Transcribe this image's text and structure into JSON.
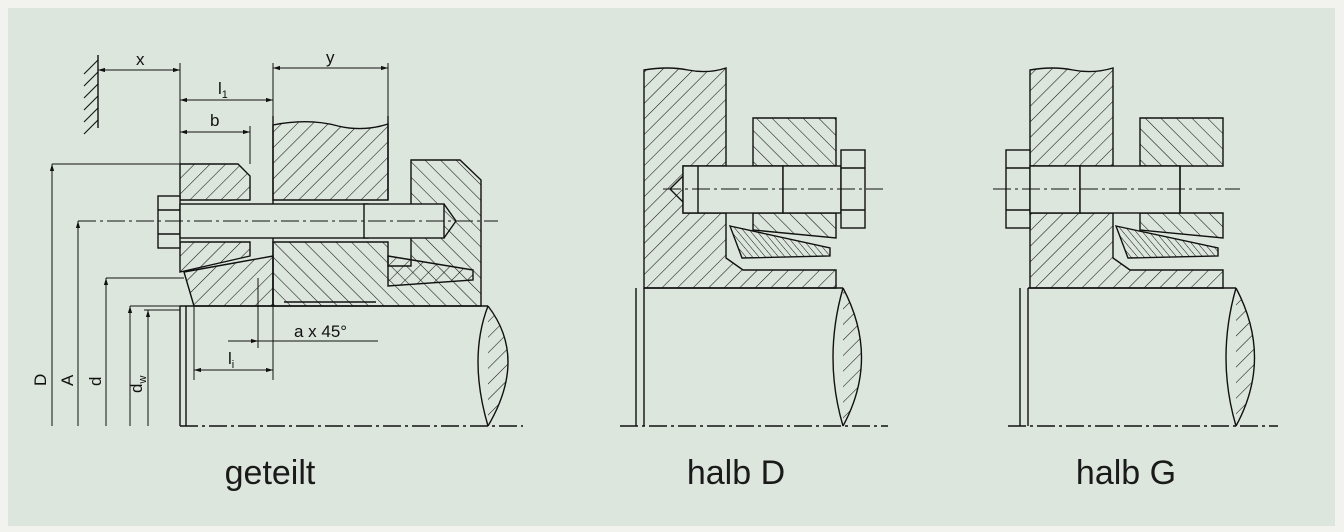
{
  "views": [
    {
      "caption": "geteilt"
    },
    {
      "caption": "halb D"
    },
    {
      "caption": "halb G"
    }
  ],
  "dimensions": {
    "x": "x",
    "y": "y",
    "l1": "l",
    "l1_sub": "1",
    "b": "b",
    "chamfer": "a x 45°",
    "li": "l",
    "li_sub": "i",
    "D": "D",
    "A": "A",
    "d": "d",
    "dw": "d",
    "dw_sub": "w"
  },
  "colors": {
    "background": "#dde6dd",
    "line": "#111111"
  }
}
